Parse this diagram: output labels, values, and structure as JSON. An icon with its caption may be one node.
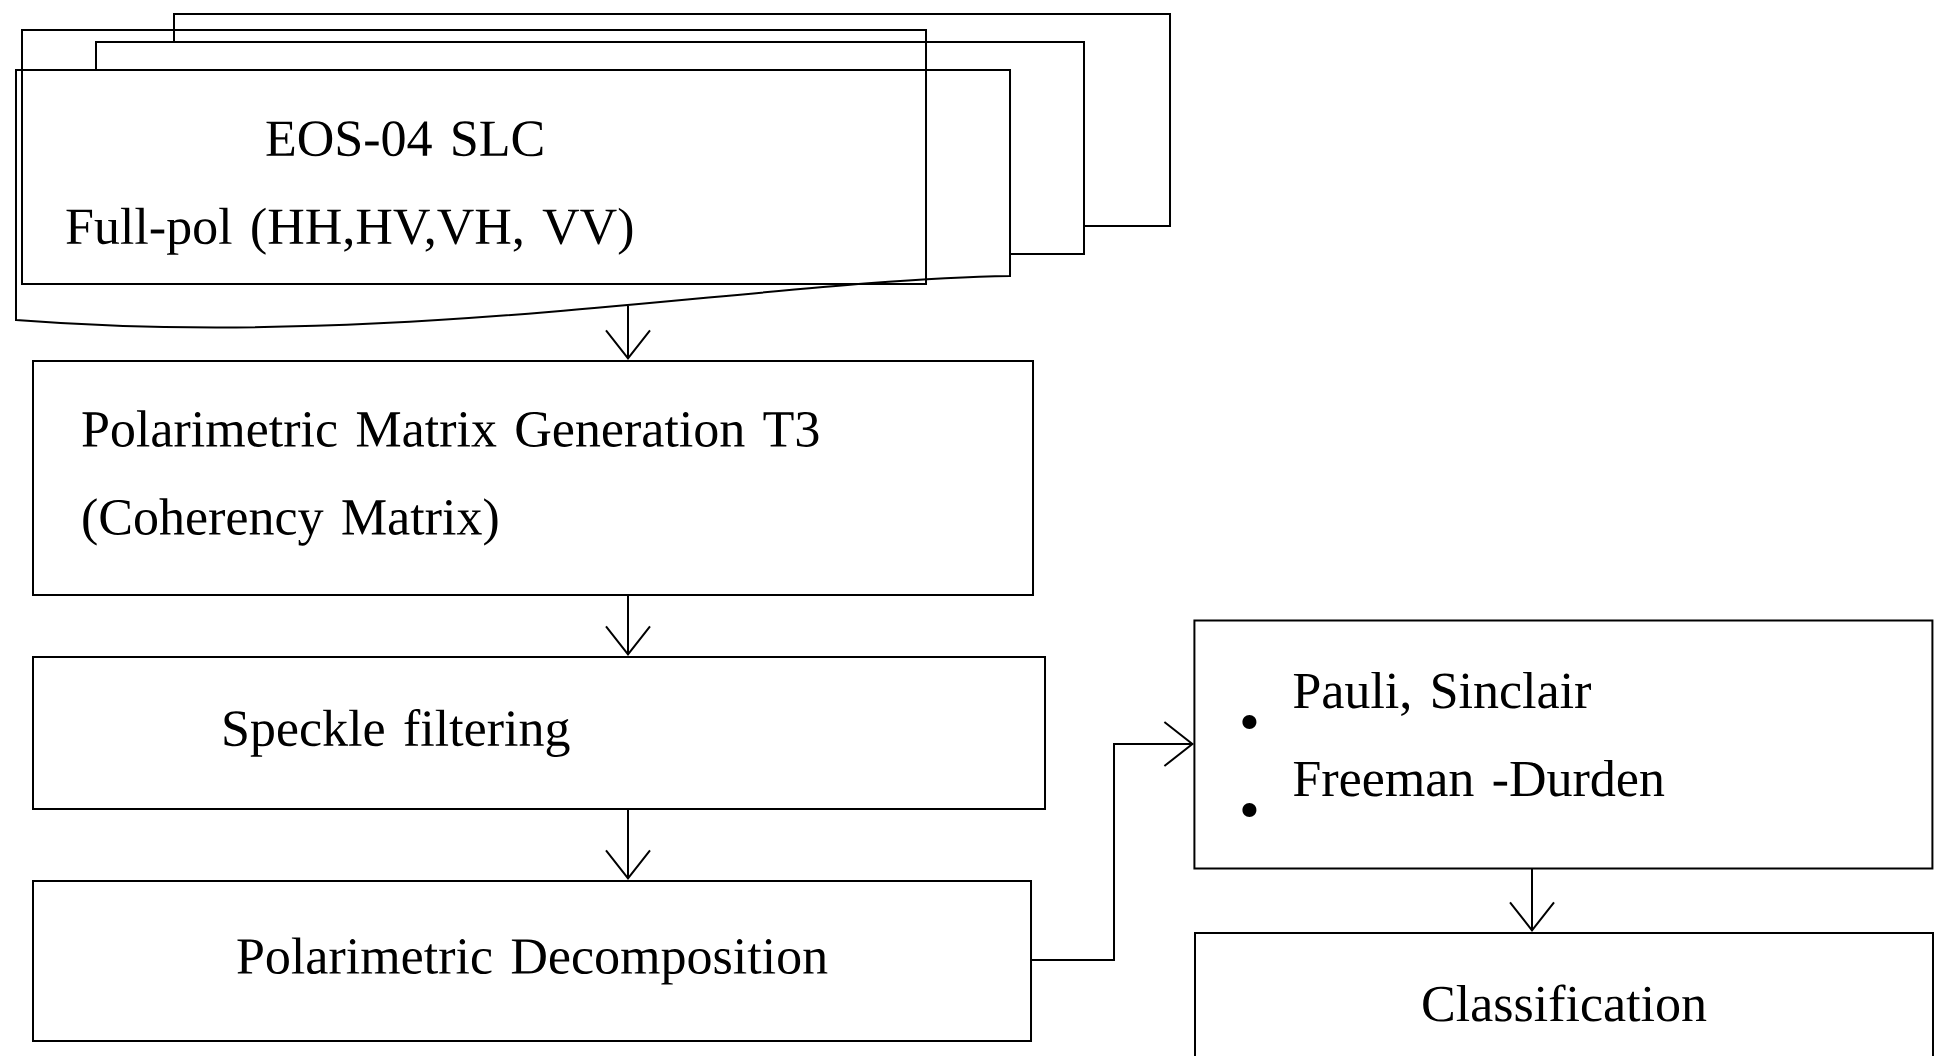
{
  "diagram": {
    "nodes": [
      {
        "text": [
          "EOS-04 SLC",
          "Full-pol (HH,HV,VH, VV)"
        ]
      },
      {
        "text": [
          "Polarimetric Matrix Generation T3",
          "(Coherency Matrix)"
        ]
      },
      {
        "text": [
          "Speckle filtering"
        ]
      },
      {
        "text": [
          "Polarimetric Decomposition"
        ]
      },
      {
        "text": [
          "Pauli, Sinclair",
          "Freeman -Durden"
        ]
      },
      {
        "text": [
          "Classification"
        ]
      }
    ],
    "edges": [
      {
        "from": 0,
        "to": 1,
        "arrow": "to"
      },
      {
        "from": 1,
        "to": 2,
        "arrow": "to"
      },
      {
        "from": 2,
        "to": 3,
        "arrow": "to"
      },
      {
        "from": 3,
        "to": 4,
        "arrow": "to"
      },
      {
        "from": 4,
        "to": 5,
        "arrow": "to"
      }
    ]
  }
}
